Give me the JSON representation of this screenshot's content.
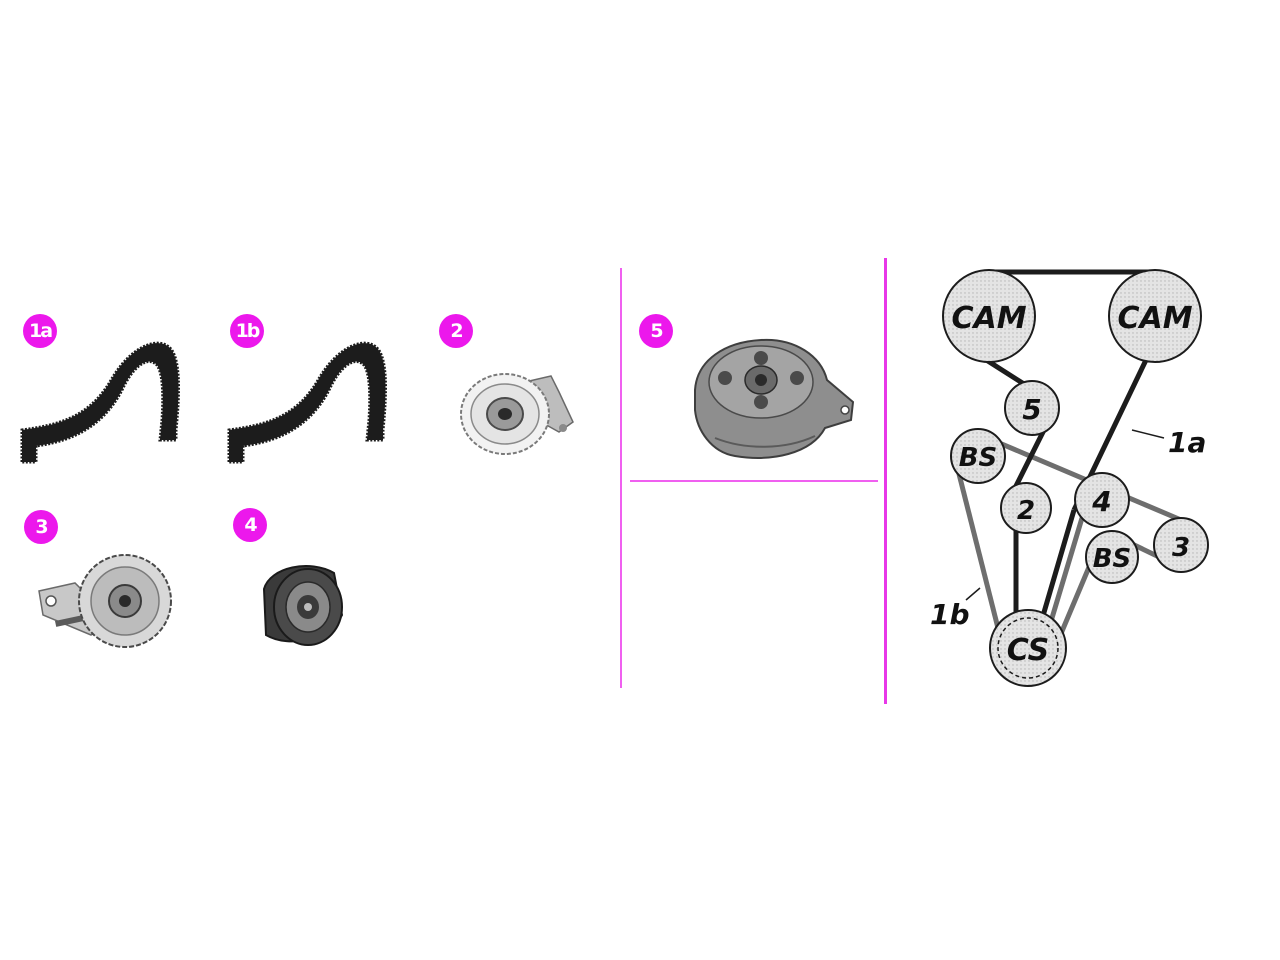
{
  "parts": [
    {
      "id": "1a",
      "badge": "1a",
      "icon": "timing-belt-icon"
    },
    {
      "id": "1b",
      "badge": "1b",
      "icon": "timing-belt-icon"
    },
    {
      "id": "2",
      "badge": "2",
      "icon": "tensioner-pulley-icon"
    },
    {
      "id": "3",
      "badge": "3",
      "icon": "tensioner-pulley-icon"
    },
    {
      "id": "4",
      "badge": "4",
      "icon": "idler-pulley-icon"
    },
    {
      "id": "5",
      "badge": "5",
      "icon": "water-pump-icon"
    }
  ],
  "colors": {
    "badge": "#ec18ec",
    "divider": "#f060f0",
    "pulley_fill": "#dcdcdc",
    "belt_dark": "#1c1c1c",
    "belt_grey": "#6e6e6e"
  },
  "diagram": {
    "pulleys": {
      "cam_left": "CAM",
      "cam_right": "CAM",
      "p5": "5",
      "bs_left": "BS",
      "p2": "2",
      "p4": "4",
      "bs_right": "BS",
      "p3": "3",
      "cs": "CS"
    },
    "labels": {
      "belt_1a": "1a",
      "belt_1b": "1b"
    }
  }
}
